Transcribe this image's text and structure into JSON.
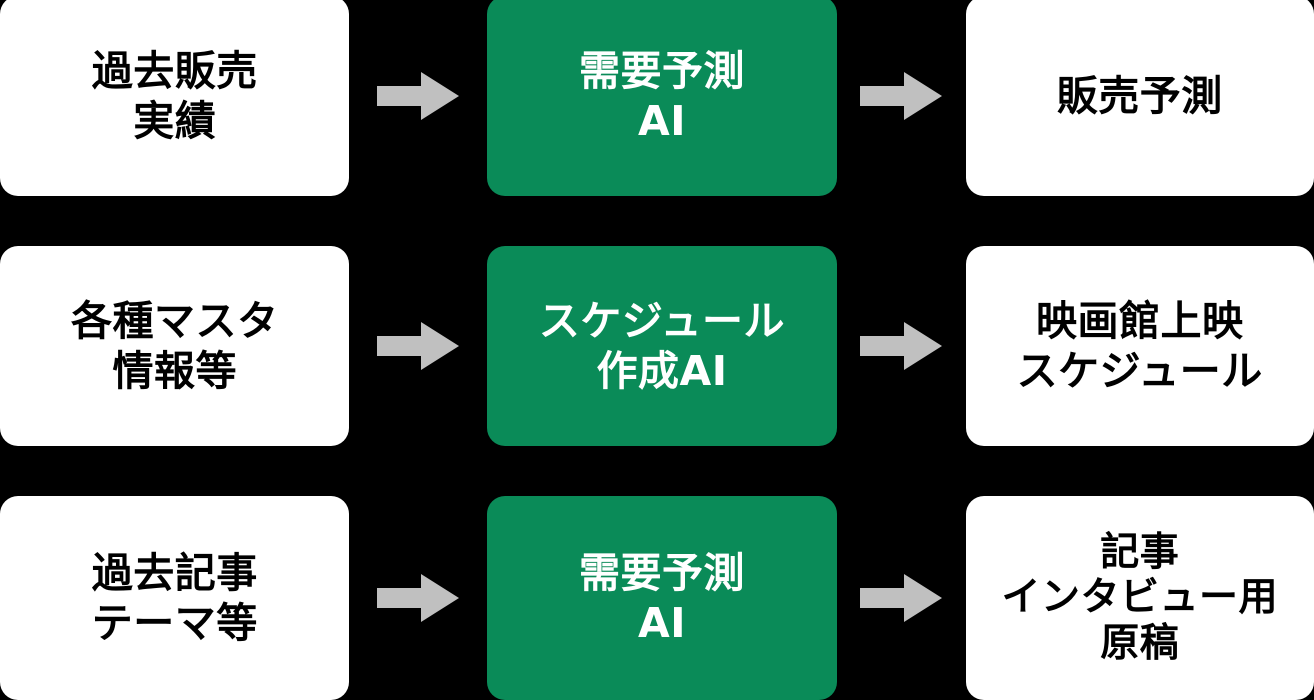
{
  "diagram": {
    "title": "AI activity flow diagram",
    "background_color": "#000000",
    "accent_color": "#0A8B58",
    "input_box_color": "#FFFFFF",
    "output_box_color": "#FFFFFF",
    "arrow_color": "#C0C0C0",
    "columns": [
      "input",
      "ai",
      "output"
    ],
    "rows": [
      {
        "input": "過去販売\n実績",
        "arrow_1": "arrow-right-icon",
        "ai": "需要予測\nAI",
        "arrow_2": "arrow-right-icon",
        "output": "販売予測"
      },
      {
        "input": "各種マスタ\n情報等",
        "arrow_1": "arrow-right-icon",
        "ai": "スケジュール\n作成AI",
        "arrow_2": "arrow-right-icon",
        "output": "映画館上映\nスケジュール"
      },
      {
        "input": "過去記事\nテーマ等",
        "arrow_1": "arrow-right-icon",
        "ai": "需要予測\nAI",
        "arrow_2": "arrow-right-icon",
        "output": "記事\nインタビュー用\n原稿"
      }
    ]
  }
}
